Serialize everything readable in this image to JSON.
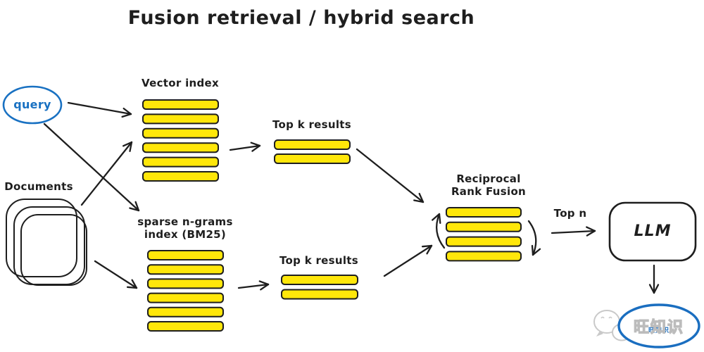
{
  "title": "Fusion retrieval / hybrid search",
  "nodes": {
    "query": {
      "label": "query"
    },
    "documents": {
      "label": "Documents"
    },
    "vector_index": {
      "label": "Vector index",
      "bar_count": 6
    },
    "sparse_index": {
      "label_line1": "sparse n-grams",
      "label_line2": "index (BM25)",
      "bar_count": 6
    },
    "top_k_vector": {
      "label": "Top k results",
      "bar_count": 2
    },
    "top_k_sparse": {
      "label": "Top k results",
      "bar_count": 2
    },
    "rrf": {
      "label_line1": "Reciprocal",
      "label_line2": "Rank Fusion",
      "bar_count": 4
    },
    "llm": {
      "label": "LLM"
    }
  },
  "edges": {
    "top_n_label": "Top n"
  },
  "watermark": {
    "text": "旺知识",
    "small_text": "旺知识"
  },
  "colors": {
    "stroke": "#1e1e1e",
    "bar_fill": "#ffe70a",
    "accent_blue": "#1971c2",
    "watermark_blue": "#1a6ec0",
    "wechat_gray": "#c9c9c9"
  }
}
